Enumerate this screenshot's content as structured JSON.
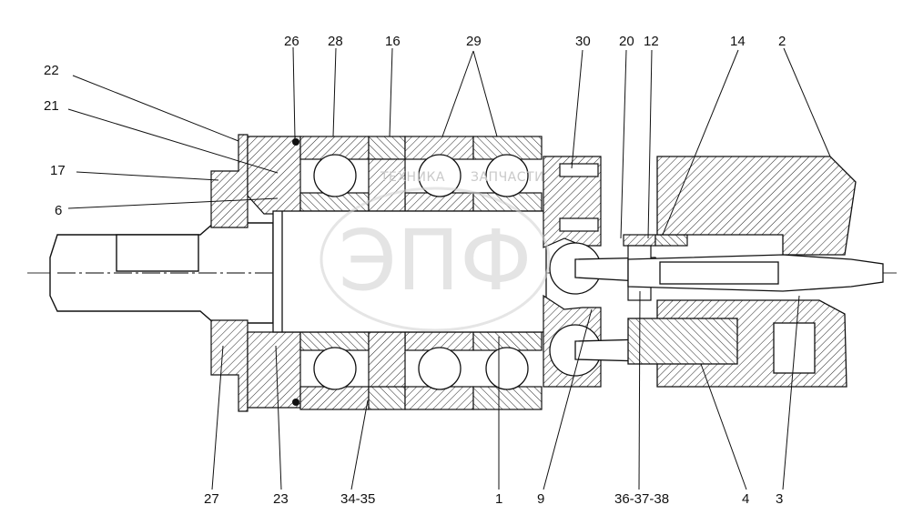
{
  "labels": {
    "l22": "22",
    "l21": "21",
    "l17": "17",
    "l6": "6",
    "l26": "26",
    "l28": "28",
    "l16": "16",
    "l29": "29",
    "l30": "30",
    "l20": "20",
    "l12": "12",
    "l14": "14",
    "l2": "2",
    "l27": "27",
    "l23": "23",
    "l34_35": "34-35",
    "l1": "1",
    "l9": "9",
    "l36_37_38": "36-37-38",
    "l4": "4",
    "l3": "3"
  },
  "watermark": {
    "brand": "ЭПФ",
    "caption_left": "ТЕХНИКА",
    "caption_right": "ЗАПЧАСТИ"
  }
}
